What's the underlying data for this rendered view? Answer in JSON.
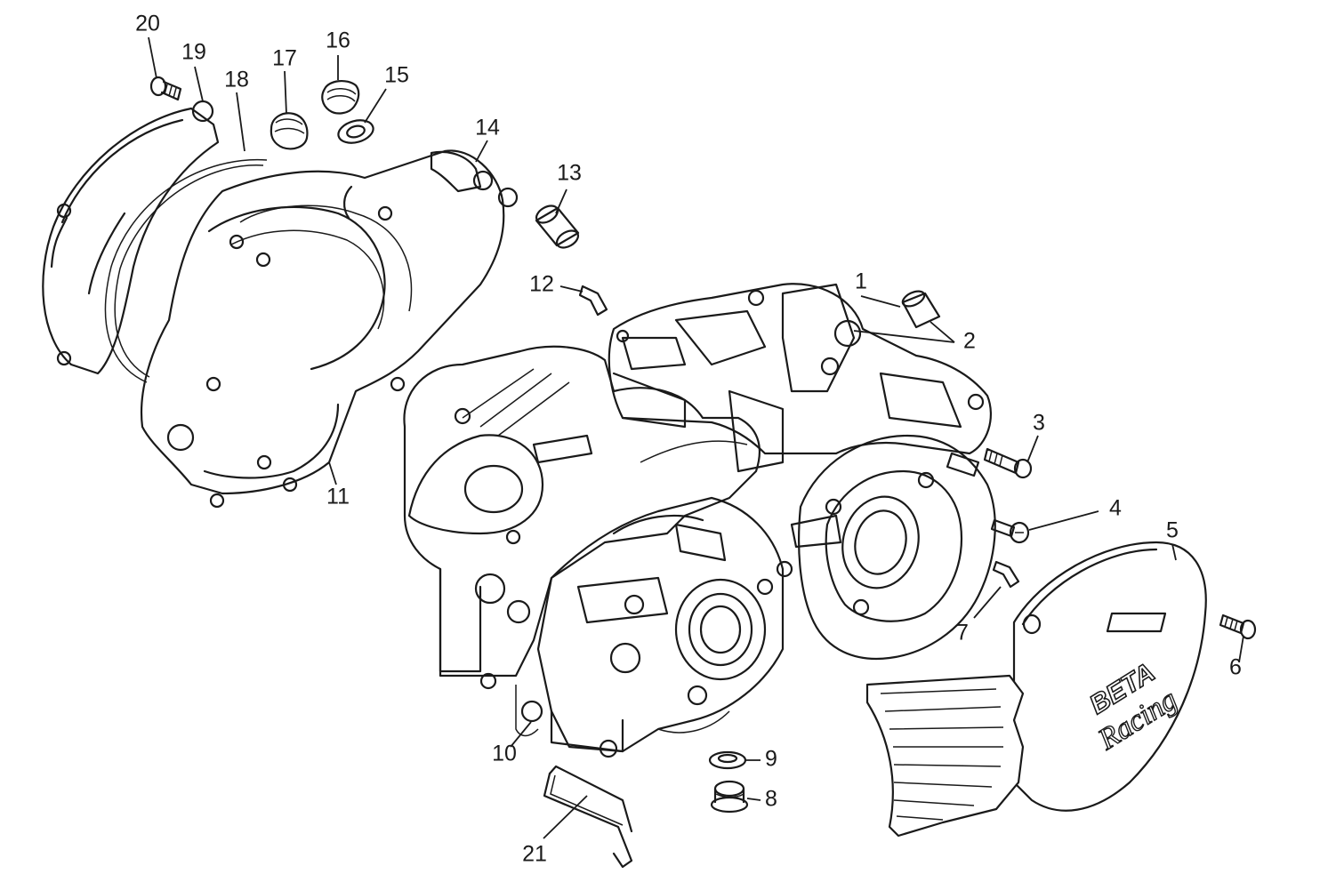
{
  "cover_logo": {
    "brand": "BETA",
    "subtitle": "Racing"
  },
  "callouts": [
    {
      "id": "1",
      "label": "1"
    },
    {
      "id": "2",
      "label": "2"
    },
    {
      "id": "3",
      "label": "3"
    },
    {
      "id": "4",
      "label": "4"
    },
    {
      "id": "5",
      "label": "5"
    },
    {
      "id": "6",
      "label": "6"
    },
    {
      "id": "7",
      "label": "7"
    },
    {
      "id": "8",
      "label": "8"
    },
    {
      "id": "9",
      "label": "9"
    },
    {
      "id": "10",
      "label": "10"
    },
    {
      "id": "11",
      "label": "11"
    },
    {
      "id": "12",
      "label": "12"
    },
    {
      "id": "13",
      "label": "13"
    },
    {
      "id": "14",
      "label": "14"
    },
    {
      "id": "15",
      "label": "15"
    },
    {
      "id": "16",
      "label": "16"
    },
    {
      "id": "17",
      "label": "17"
    },
    {
      "id": "18",
      "label": "18"
    },
    {
      "id": "19",
      "label": "19"
    },
    {
      "id": "20",
      "label": "20"
    },
    {
      "id": "21",
      "label": "21"
    }
  ]
}
